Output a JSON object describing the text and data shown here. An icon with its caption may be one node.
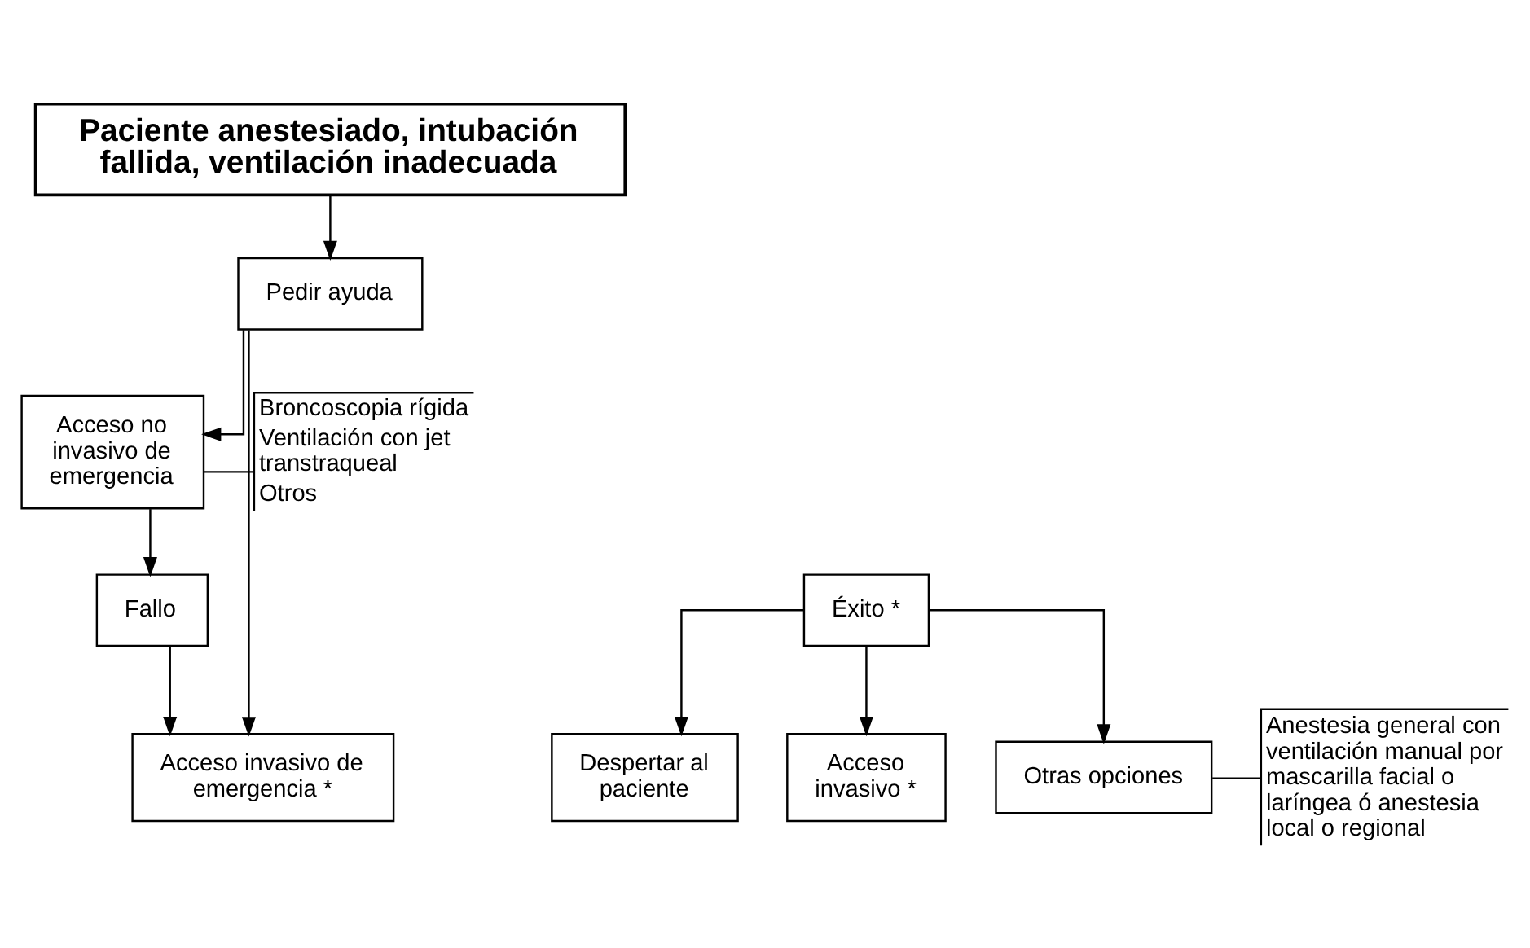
{
  "diagram": {
    "nodes": [
      {
        "text": [
          "Paciente anestesiado, intubación fallida, ventilación inadecuada"
        ]
      },
      {
        "text": [
          "Pedir ayuda"
        ]
      },
      {
        "text": [
          "Acceso no invasivo de emergencia"
        ]
      },
      {
        "text": [
          "Broncoscopia rígida",
          "Ventilación con jet transtraqueal",
          "Otros"
        ]
      },
      {
        "text": [
          "Fallo"
        ]
      },
      {
        "text": [
          "Éxito *"
        ]
      },
      {
        "text": [
          "Acceso invasivo de emergencia *"
        ]
      },
      {
        "text": [
          "Despertar al paciente"
        ]
      },
      {
        "text": [
          "Acceso invasivo *"
        ]
      },
      {
        "text": [
          "Otras opciones"
        ]
      },
      {
        "text": [
          "Anestesia general con ventilación manual por mascarilla facial o laríngea ó anestesia local o regional"
        ]
      }
    ],
    "edges": [
      {
        "from": 0,
        "to": 1,
        "arrow": "to"
      },
      {
        "from": 1,
        "to": 6,
        "arrow": "to"
      },
      {
        "from": 1,
        "to": 2,
        "arrow": "to"
      },
      {
        "from": 2,
        "to": 3,
        "arrow": "none"
      },
      {
        "from": 2,
        "to": 4,
        "arrow": "to"
      },
      {
        "from": 4,
        "to": 6,
        "arrow": "to"
      },
      {
        "from": 5,
        "to": 7,
        "arrow": "to"
      },
      {
        "from": 5,
        "to": 8,
        "arrow": "to"
      },
      {
        "from": 5,
        "to": 9,
        "arrow": "to"
      },
      {
        "from": 9,
        "to": 10,
        "arrow": "none"
      }
    ]
  }
}
